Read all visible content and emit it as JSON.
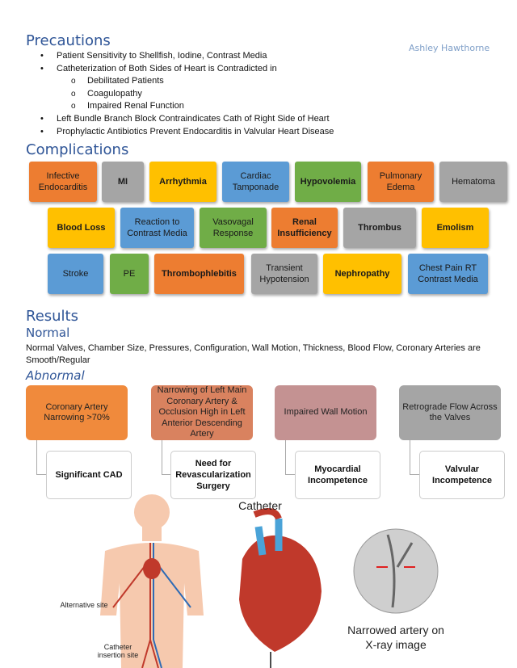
{
  "author": "Ashley Hawthorne",
  "precautions": {
    "title": "Precautions",
    "items": [
      {
        "level": 1,
        "text": "Patient Sensitivity to Shellfish, Iodine, Contrast Media"
      },
      {
        "level": 1,
        "text": "Catheterization of Both Sides of Heart is Contradicted in"
      },
      {
        "level": 2,
        "text": "Debilitated Patients"
      },
      {
        "level": 2,
        "text": "Coagulopathy"
      },
      {
        "level": 2,
        "text": "Impaired Renal Function"
      },
      {
        "level": 1,
        "text": "Left Bundle Branch Block Contraindicates Cath of Right Side of Heart"
      },
      {
        "level": 1,
        "text": "Prophylactic Antibiotics Prevent Endocarditis in Valvular Heart Disease"
      }
    ]
  },
  "complications": {
    "title": "Complications",
    "items": [
      "Infective Endocarditis",
      "MI",
      "Arrhythmia",
      "Cardiac Tamponade",
      "Hypovolemia",
      "Pulmonary Edema",
      "Hematoma",
      "Blood Loss",
      "Reaction to Contrast Media",
      "Vasovagal Response",
      "Renal Insufficiency",
      "Thrombus",
      "Emolism",
      "Stroke",
      "PE",
      "Thrombophlebitis",
      "Transient Hypotension",
      "Nephropathy",
      "Chest Pain RT Contrast Media"
    ]
  },
  "colors": {
    "orange": "#ed7d31",
    "gray": "#a5a5a5",
    "yellow": "#ffc000",
    "blue": "#5b9bd5",
    "green": "#70ad47",
    "heading": "#2f5597"
  },
  "results": {
    "title": "Results",
    "normal_title": "Normal",
    "normal_text": "Normal Valves, Chamber Size, Pressures, Configuration, Wall Motion, Thickness, Blood Flow, Coronary Arteries are Smooth/Regular",
    "abnormal_title": "Abnormal",
    "abnormal": [
      {
        "finding": "Coronary Artery Narrowing >70%",
        "result": "Significant CAD"
      },
      {
        "finding": "Narrowing of Left Main Coronary Artery & Occlusion High in Left Anterior Descending Artery",
        "result": "Need for Revascularization Surgery"
      },
      {
        "finding": "Impaired Wall Motion",
        "result": "Myocardial Incompetence"
      },
      {
        "finding": "Retrograde Flow Across the Valves",
        "result": "Valvular Incompetence"
      }
    ]
  },
  "illustration": {
    "alt_site": "Alternative site",
    "insertion_site": "Catheter insertion site",
    "catheter": "Catheter",
    "xray": "Narrowed artery on X-ray image"
  }
}
